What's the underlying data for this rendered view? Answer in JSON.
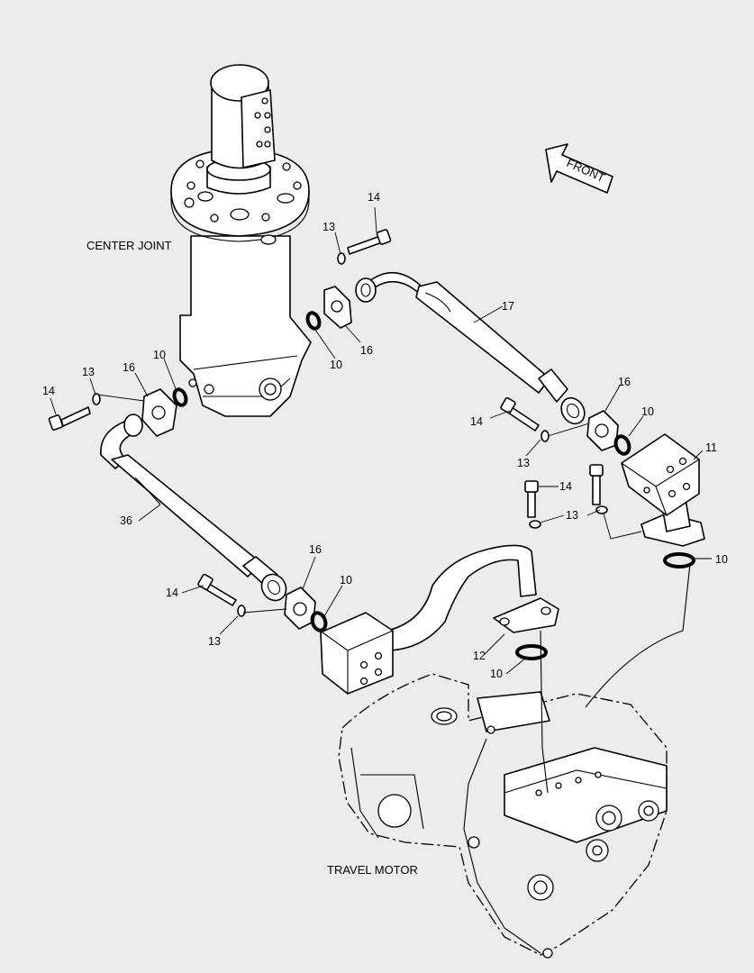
{
  "labels": {
    "center_joint": "CENTER JOINT",
    "travel_motor": "TRAVEL MOTOR",
    "front": "FRONT"
  },
  "callouts": [
    {
      "id": "14a",
      "text": "14"
    },
    {
      "id": "13a",
      "text": "13"
    },
    {
      "id": "17",
      "text": "17"
    },
    {
      "id": "10a",
      "text": "10"
    },
    {
      "id": "16a",
      "text": "16"
    },
    {
      "id": "10b",
      "text": "10"
    },
    {
      "id": "16b",
      "text": "16"
    },
    {
      "id": "13b",
      "text": "13"
    },
    {
      "id": "14b",
      "text": "14"
    },
    {
      "id": "16c",
      "text": "16"
    },
    {
      "id": "10c",
      "text": "10"
    },
    {
      "id": "14c",
      "text": "14"
    },
    {
      "id": "13c",
      "text": "13"
    },
    {
      "id": "11",
      "text": "11"
    },
    {
      "id": "14d",
      "text": "14"
    },
    {
      "id": "13d",
      "text": "13"
    },
    {
      "id": "36",
      "text": "36"
    },
    {
      "id": "16d",
      "text": "16"
    },
    {
      "id": "10d",
      "text": "10"
    },
    {
      "id": "14e",
      "text": "14"
    },
    {
      "id": "13e",
      "text": "13"
    },
    {
      "id": "10e",
      "text": "10"
    },
    {
      "id": "12",
      "text": "12"
    },
    {
      "id": "10f",
      "text": "10"
    }
  ]
}
